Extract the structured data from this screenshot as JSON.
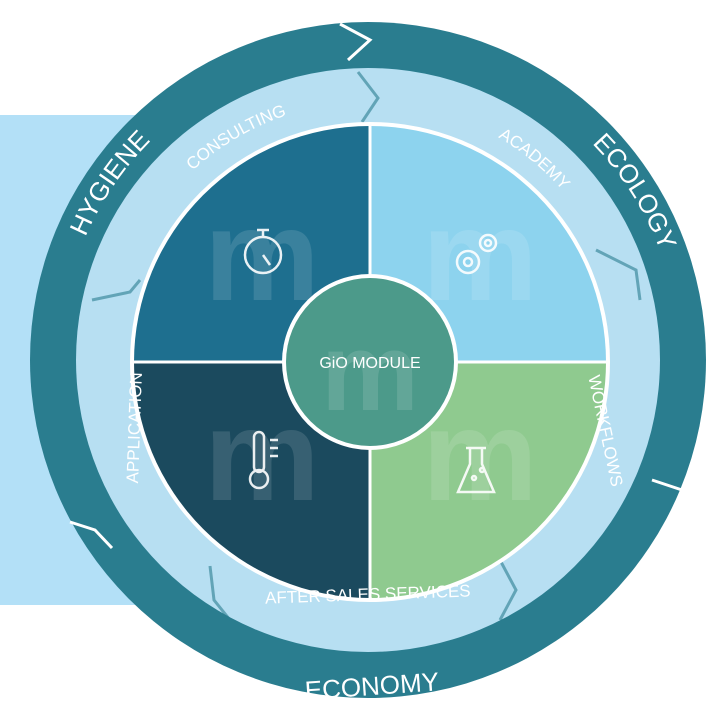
{
  "outer_ring": {
    "labels": [
      "HYGIENE",
      "ECOLOGY",
      "ECONOMY"
    ],
    "color": "#2a7d8f"
  },
  "middle_ring": {
    "labels": [
      "CONSULTING",
      "ACADEMY",
      "WORKFLOWS",
      "AFTER SALES SERVICES",
      "APPLICATION"
    ],
    "color": "#b7dff2"
  },
  "quadrants": [
    {
      "id": "top-left",
      "icon": "stopwatch-icon",
      "color": "#1e6f8f"
    },
    {
      "id": "top-right",
      "icon": "gears-icon",
      "color": "#8dd3ee"
    },
    {
      "id": "bottom-right",
      "icon": "flask-icon",
      "color": "#8fca8f"
    },
    {
      "id": "bottom-left",
      "icon": "thermometer-icon",
      "color": "#1b4a5e"
    }
  ],
  "center": {
    "label": "GiO MODULE",
    "color": "#4c9a8a"
  },
  "side_panel": {
    "color": "#b3e0f7"
  },
  "watermark_letter": "m"
}
